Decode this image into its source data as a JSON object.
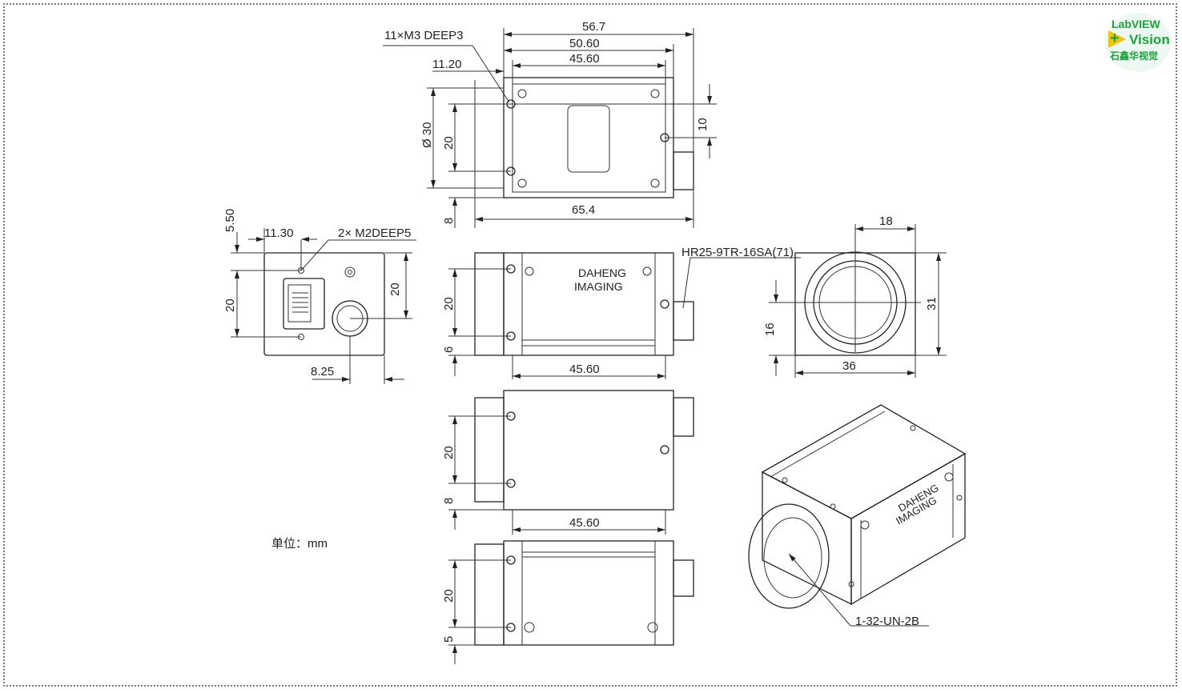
{
  "logo": {
    "line1": "LabVIEW",
    "line2": "Vision",
    "line3": "石鑫华视觉",
    "plus": "+"
  },
  "unit_label": "单位：mm",
  "top_view": {
    "d_overall": "56.7",
    "d_body": "50.60",
    "d_holes": "45.60",
    "d_offset": "11.20",
    "d_total": "65.4",
    "d_dia": "Ø 30",
    "d_vert": "20",
    "d_bottom": "8",
    "d_right": "10",
    "hole_note": "11×M3 DEEP3"
  },
  "back_view": {
    "d_top": "5.50",
    "d_left": "11.30",
    "hole_note": "2× M2DEEP5",
    "d_left_vert": "20",
    "d_right_vert": "20",
    "d_conn": "8.25"
  },
  "side_view": {
    "d_vert": "20",
    "d_bottom": "6",
    "d_holes": "45.60",
    "connector": "HR25-9TR-16SA(71)",
    "brand1": "DAHENG",
    "brand2": "IMAGING"
  },
  "front_view": {
    "d_half": "18",
    "d_height": "31",
    "d_center": "16",
    "d_width": "36"
  },
  "bottom_view1": {
    "d_vert": "20",
    "d_bottom": "8",
    "d_holes": "45.60"
  },
  "bottom_view2": {
    "d_vert": "20",
    "d_bottom": "5"
  },
  "iso_view": {
    "thread": "1-32-UN-2B"
  }
}
